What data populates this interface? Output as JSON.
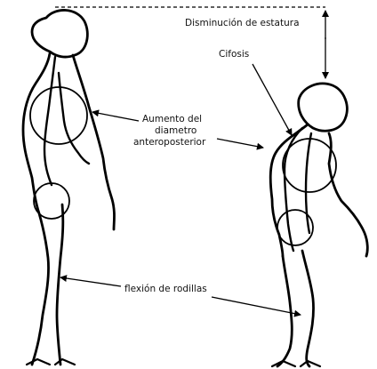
{
  "labels": {
    "height_loss": "Disminución de estatura",
    "kyphosis": "Cifosis",
    "ap_diameter_line1": "Aumento del",
    "ap_diameter_line2": "diametro",
    "ap_diameter_line3": "anteroposterior",
    "knee_flexion": "flexión de rodillas"
  },
  "colors": {
    "ink": "#000000",
    "text": "#111111",
    "background": "#ffffff"
  }
}
